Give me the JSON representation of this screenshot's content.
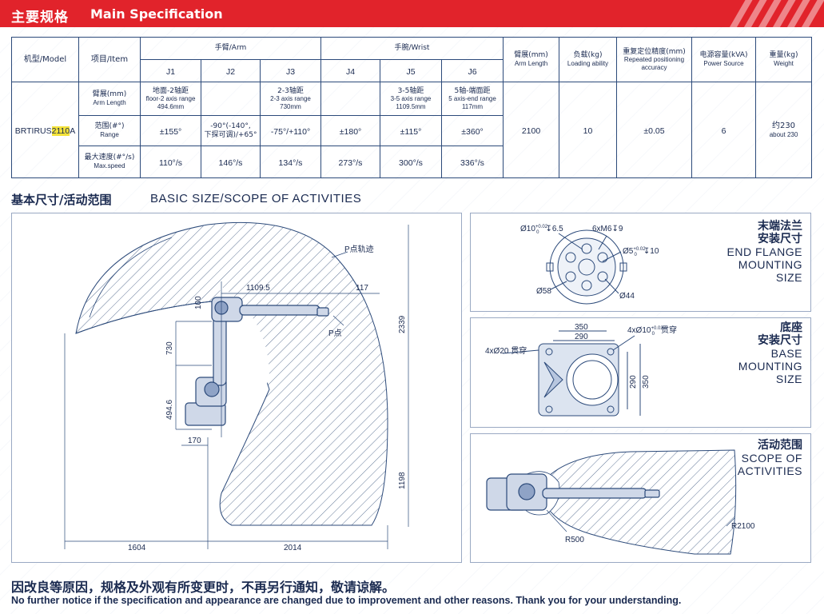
{
  "header": {
    "title_cn": "主要规格",
    "title_en": "Main Specification",
    "brand_color": "#e1232b"
  },
  "spec_table": {
    "model_cn": "机型/Model",
    "item_cn": "项目/Item",
    "arm_group": "手臂/Arm",
    "wrist_group": "手腕/Wrist",
    "joints": [
      "J1",
      "J2",
      "J3",
      "J4",
      "J5",
      "J6"
    ],
    "arm_length_cn": "臂展(mm)",
    "arm_length_en": "Arm Length",
    "load_cn": "负载(kg)",
    "load_en": "Loading ability",
    "repeat_cn": "重复定位精度(mm)",
    "repeat_en": "Repeated positioning accuracy",
    "power_cn": "电源容量(kVA)",
    "power_en": "Power Source",
    "weight_cn": "重量(kg)",
    "weight_en": "Weight",
    "model_prefix": "BRTIRUS",
    "model_highlight": "2110",
    "model_suffix": "A",
    "rows": {
      "armlen_cn": "臂展(mm)",
      "armlen_en": "Arm Length",
      "range_cn": "范围(#°)",
      "range_en": "Range",
      "speed_cn": "最大速度(#°/s)",
      "speed_en": "Max.speed"
    },
    "armlen_j1_cn": "地面-2轴距",
    "armlen_j1_en": "floor-2 axis range",
    "armlen_j1_val": "494.6mm",
    "armlen_j3_cn": "2-3轴距",
    "armlen_j3_en": "2-3 axis range",
    "armlen_j3_val": "730mm",
    "armlen_j5_cn": "3-5轴距",
    "armlen_j5_en": "3-5 axis range",
    "armlen_j5_val": "1109.5mm",
    "armlen_j6_cn": "5轴-端面距",
    "armlen_j6_en": "5 axis-end range",
    "armlen_j6_val": "117mm",
    "range": [
      "±155°",
      "-90°(-140°,\n下探可调)/+65°",
      "-75°/+110°",
      "±180°",
      "±115°",
      "±360°"
    ],
    "speed": [
      "110°/s",
      "146°/s",
      "134°/s",
      "273°/s",
      "300°/s",
      "336°/s"
    ],
    "arm_length_value": "2100",
    "load_value": "10",
    "repeat_value": "±0.05",
    "power_value": "6",
    "weight_value_cn": "约230",
    "weight_value_en": "about 230"
  },
  "section": {
    "title_cn": "基本尺寸/活动范围",
    "title_en": "BASIC SIZE/SCOPE OF ACTIVITIES"
  },
  "main_drawing": {
    "p_track": "P点轨迹",
    "p_point": "P点",
    "dims": [
      "1109.5",
      "117",
      "100",
      "730",
      "494.6",
      "170",
      "2339",
      "1198",
      "1604",
      "2014"
    ]
  },
  "flange_panel": {
    "cn_line1": "末端法兰",
    "cn_line2": "安装尺寸",
    "en_line1": "END FLANGE",
    "en_line2": "MOUNTING",
    "en_line3": "SIZE",
    "d1": "Ø10",
    "d1_tol": "+0.02",
    "d1_tol2": "0",
    "d1_depth": "↧6.5",
    "d2": "6xM6↧9",
    "d3": "Ø5",
    "d3_tol": "+0.02",
    "d3_tol2": "0",
    "d3_depth": "↧10",
    "d4": "Ø58",
    "d5": "Ø44"
  },
  "base_panel": {
    "cn_line1": "底座",
    "cn_line2": "安装尺寸",
    "en_line1": "BASE",
    "en_line2": "MOUNTING",
    "en_line3": "SIZE",
    "w350": "350",
    "w290": "290",
    "h290": "290",
    "h350": "350",
    "holes_left": "4xØ20 贯穿",
    "holes_right": "4xØ10",
    "holes_right_tol": "+0.02",
    "holes_right_tol2": "0",
    "holes_right_suffix": "贯穿"
  },
  "scope_panel": {
    "cn_line1": "活动范围",
    "en_line1": "SCOPE OF",
    "en_line2": "ACTIVITIES",
    "r500": "R500",
    "r2100": "R2100"
  },
  "footer": {
    "cn": "因改良等原因，规格及外观有所变更时，不再另行通知，敬请谅解。",
    "en": "No further notice if the specification and appearance are changed due to improvement and other reasons. Thank you for your understanding."
  }
}
